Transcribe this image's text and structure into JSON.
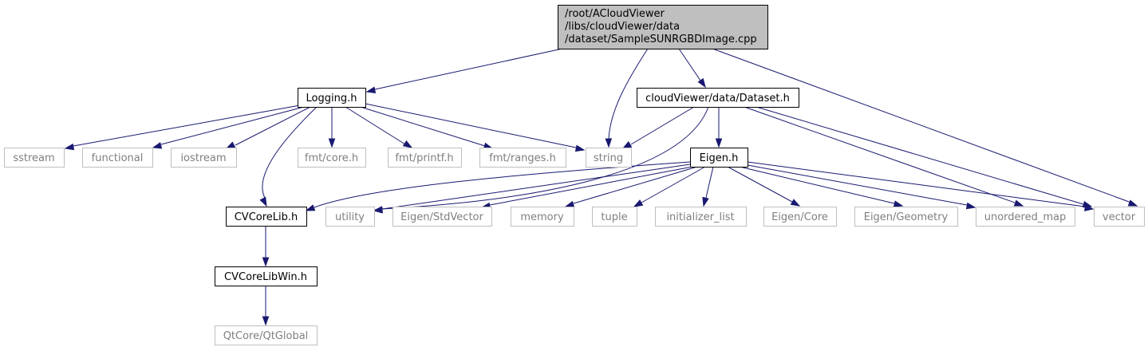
{
  "colors": {
    "edge": "#191970",
    "root_fill": "#bfbfbf",
    "project_border": "#000000",
    "external_border": "#bfbfbf",
    "project_text": "#000000",
    "external_text": "#7f7f7f",
    "background": "#ffffff"
  },
  "nodes": [
    {
      "id": "root",
      "kind": "root",
      "lines": [
        "/root/ACloudViewer",
        "/libs/cloudViewer/data",
        "/dataset/SampleSUNRGBDImage.cpp"
      ]
    },
    {
      "id": "logging",
      "kind": "project",
      "lines": [
        "Logging.h"
      ]
    },
    {
      "id": "string",
      "kind": "external",
      "lines": [
        "string"
      ]
    },
    {
      "id": "dataset",
      "kind": "project",
      "lines": [
        "cloudViewer/data/Dataset.h"
      ]
    },
    {
      "id": "vector",
      "kind": "external",
      "lines": [
        "vector"
      ]
    },
    {
      "id": "sstream",
      "kind": "external",
      "lines": [
        "sstream"
      ]
    },
    {
      "id": "functional",
      "kind": "external",
      "lines": [
        "functional"
      ]
    },
    {
      "id": "iostream",
      "kind": "external",
      "lines": [
        "iostream"
      ]
    },
    {
      "id": "fmtcore",
      "kind": "external",
      "lines": [
        "fmt/core.h"
      ]
    },
    {
      "id": "fmtprintf",
      "kind": "external",
      "lines": [
        "fmt/printf.h"
      ]
    },
    {
      "id": "fmtranges",
      "kind": "external",
      "lines": [
        "fmt/ranges.h"
      ]
    },
    {
      "id": "eigen",
      "kind": "project",
      "lines": [
        "Eigen.h"
      ]
    },
    {
      "id": "cvcorelib",
      "kind": "project",
      "lines": [
        "CVCoreLib.h"
      ]
    },
    {
      "id": "utility",
      "kind": "external",
      "lines": [
        "utility"
      ]
    },
    {
      "id": "stdvector",
      "kind": "external",
      "lines": [
        "Eigen/StdVector"
      ]
    },
    {
      "id": "memory",
      "kind": "external",
      "lines": [
        "memory"
      ]
    },
    {
      "id": "tuple",
      "kind": "external",
      "lines": [
        "tuple"
      ]
    },
    {
      "id": "initlist",
      "kind": "external",
      "lines": [
        "initializer_list"
      ]
    },
    {
      "id": "eigencore",
      "kind": "external",
      "lines": [
        "Eigen/Core"
      ]
    },
    {
      "id": "eigengeom",
      "kind": "external",
      "lines": [
        "Eigen/Geometry"
      ]
    },
    {
      "id": "umap",
      "kind": "external",
      "lines": [
        "unordered_map"
      ]
    },
    {
      "id": "cvcorelibwin",
      "kind": "project",
      "lines": [
        "CVCoreLibWin.h"
      ]
    },
    {
      "id": "qtglobal",
      "kind": "external",
      "lines": [
        "QtCore/QtGlobal"
      ]
    }
  ],
  "edges": [
    {
      "from": "root",
      "to": "logging"
    },
    {
      "from": "root",
      "to": "string"
    },
    {
      "from": "root",
      "to": "dataset"
    },
    {
      "from": "root",
      "to": "vector"
    },
    {
      "from": "logging",
      "to": "sstream"
    },
    {
      "from": "logging",
      "to": "functional"
    },
    {
      "from": "logging",
      "to": "iostream"
    },
    {
      "from": "logging",
      "to": "cvcorelib"
    },
    {
      "from": "logging",
      "to": "fmtcore"
    },
    {
      "from": "logging",
      "to": "fmtprintf"
    },
    {
      "from": "logging",
      "to": "fmtranges"
    },
    {
      "from": "logging",
      "to": "string"
    },
    {
      "from": "dataset",
      "to": "string"
    },
    {
      "from": "dataset",
      "to": "utility"
    },
    {
      "from": "dataset",
      "to": "eigen"
    },
    {
      "from": "dataset",
      "to": "umap"
    },
    {
      "from": "dataset",
      "to": "vector"
    },
    {
      "from": "eigen",
      "to": "cvcorelib"
    },
    {
      "from": "eigen",
      "to": "utility"
    },
    {
      "from": "eigen",
      "to": "stdvector"
    },
    {
      "from": "eigen",
      "to": "memory"
    },
    {
      "from": "eigen",
      "to": "tuple"
    },
    {
      "from": "eigen",
      "to": "initlist"
    },
    {
      "from": "eigen",
      "to": "eigencore"
    },
    {
      "from": "eigen",
      "to": "eigengeom"
    },
    {
      "from": "eigen",
      "to": "umap"
    },
    {
      "from": "eigen",
      "to": "vector"
    },
    {
      "from": "cvcorelib",
      "to": "cvcorelibwin"
    },
    {
      "from": "cvcorelibwin",
      "to": "qtglobal"
    }
  ]
}
